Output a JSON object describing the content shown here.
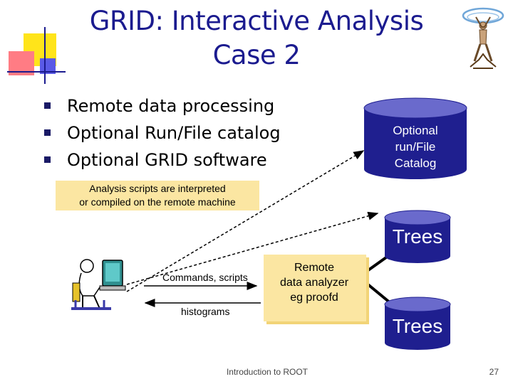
{
  "slide": {
    "title_line1": "GRID: Interactive Analysis",
    "title_line2": "Case 2",
    "bullets": [
      "Remote data processing",
      "Optional Run/File catalog",
      "Optional GRID software"
    ],
    "catalog_lines": [
      "Optional",
      "run/File",
      "Catalog"
    ],
    "note_line1": "Analysis scripts are interpreted",
    "note_line2": "or compiled on the remote machine",
    "trees_top": "Trees",
    "trees_bottom": "Trees",
    "commands_label": "Commands, scripts",
    "histograms_label": "histograms",
    "analyzer_lines": [
      "Remote",
      "data analyzer",
      "eg proofd"
    ],
    "footer": "Introduction to ROOT",
    "page_number": "27"
  },
  "colors": {
    "title": "#1b1b8f",
    "cylinder_fill": "#1f1f8f",
    "cylinder_top": "#6a6acc",
    "note_fill": "#fbe6a2",
    "square_yellow": "#ffe41a",
    "square_red": "#ff6b74",
    "square_blue": "#4a4ae0"
  },
  "icons": [
    "user-at-computer-icon",
    "atlas-figure-logo"
  ]
}
